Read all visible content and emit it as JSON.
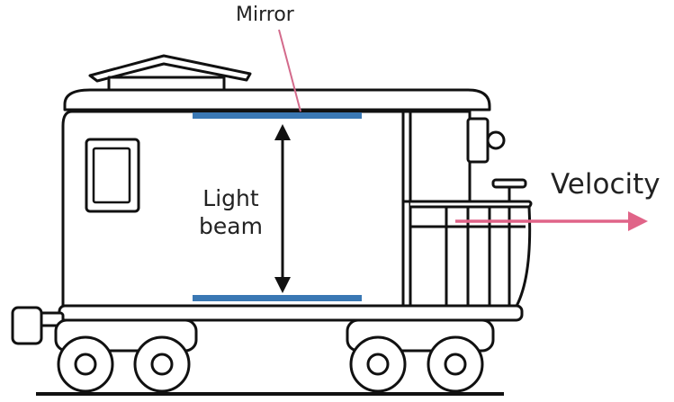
{
  "labels": {
    "mirror": "Mirror",
    "light_beam_line1": "Light",
    "light_beam_line2": "beam",
    "velocity": "Velocity"
  },
  "icons": {
    "train": "caboose-train-icon",
    "beam_arrow": "double-headed-arrow-icon",
    "velocity_arrow": "right-arrow-icon"
  },
  "colors": {
    "mirror": "#3a78b4",
    "pointer": "#d36a8b",
    "velocity_arrow": "#e06488",
    "outline": "#111111",
    "text": "#222222"
  }
}
